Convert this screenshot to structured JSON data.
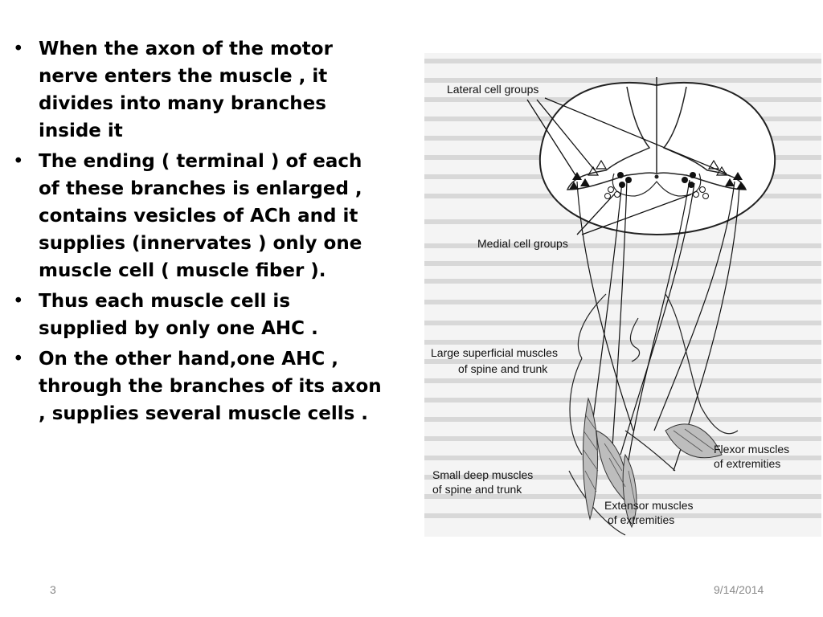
{
  "slide": {
    "bullets": [
      "When the axon of the motor nerve enters the muscle , it divides into many branches inside it",
      "The ending ( terminal ) of each of these branches is enlarged , contains vesicles of ACh and it supplies (innervates ) only one muscle cell ( muscle fiber ).",
      "Thus each muscle cell is supplied by only one AHC .",
      "On the other hand,one AHC , through the branches of its axon , supplies several muscle cells ."
    ],
    "bullet_glyph": "•",
    "page_number": "3",
    "date": "9/14/2014"
  },
  "figure": {
    "labels": {
      "lateral": "Lateral cell groups",
      "medial": "Medial cell groups",
      "large_superficial_1": "Large superficial muscles",
      "large_superficial_2": "of spine and trunk",
      "small_deep_1": "Small deep muscles",
      "small_deep_2": "of spine and trunk",
      "flexor_1": "Flexor muscles",
      "flexor_2": "of extremities",
      "extensor_1": "Extensor muscles",
      "extensor_2": "of extremities"
    }
  }
}
